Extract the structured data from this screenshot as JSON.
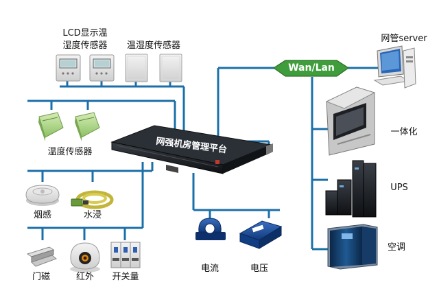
{
  "network": {
    "label": "Wan/Lan"
  },
  "platform": {
    "label": "网强机房管理平台"
  },
  "server": {
    "label": "网管server"
  },
  "sensors": {
    "lcd_label_line1": "LCD显示温",
    "lcd_label_line2": "湿度传感器",
    "temp_humidity": "温湿度传感器",
    "temperature": "温度传感器",
    "smoke": "烟感",
    "water": "水浸",
    "door": "门磁",
    "infrared": "红外",
    "switch": "开关量",
    "current": "电流",
    "voltage": "电压"
  },
  "equipment": {
    "integrated": "一体化",
    "ups": "UPS",
    "ac": "空调"
  },
  "colors": {
    "line": "#1b6fa8",
    "network_fill": "#3f9d3c",
    "platform": "#1a1d22"
  }
}
